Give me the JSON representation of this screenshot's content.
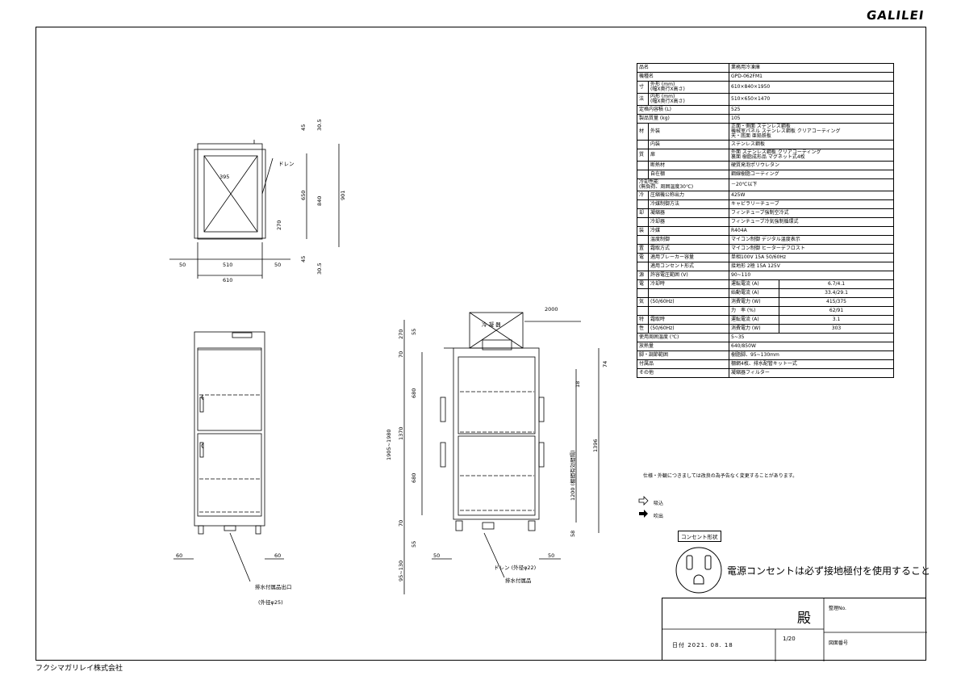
{
  "brand": "GALILEI",
  "company": "フクシマガリレイ株式会社",
  "top_view": {
    "dims": [
      "45",
      "30.5",
      "395",
      "ドレン",
      "650",
      "840",
      "901",
      "270",
      "45",
      "30.5",
      "50",
      "510",
      "50",
      "610"
    ]
  },
  "front_view": {
    "dims": [
      "60",
      "60"
    ],
    "drain_label_1": "排水付属品出口",
    "drain_label_2": "(外径φ25)"
  },
  "side_view": {
    "dims": [
      "2000",
      "冷 凝 器",
      "74",
      "18",
      "270",
      "55",
      "70",
      "680",
      "1905~1980",
      "1370",
      "680",
      "70",
      "1200 (棚間有効間隔)",
      "1396",
      "58",
      "55",
      "95~130",
      "50",
      "50",
      "ドレン (外径φ22)",
      "排水付属品"
    ]
  },
  "spec_rows": [
    [
      "品名",
      "",
      "業務用冷凍庫"
    ],
    [
      "機種名",
      "",
      "GPD-062FM1"
    ],
    [
      "寸",
      "外形 (mm)\n(幅X奥行X高さ)",
      "610×840×1950"
    ],
    [
      "法",
      "内形 (mm)\n(幅X奥行X高さ)",
      "510×650×1470"
    ],
    [
      "定格内容積 (L)",
      "",
      "525"
    ],
    [
      "製品質量 (kg)",
      "",
      "105"
    ],
    [
      "材",
      "外装",
      "正面・側面 ステンレス鋼板\n機械室パネル ステンレス鋼板 クリアコーティング\n天・底面 亜鉛鉄板"
    ],
    [
      "",
      "内装",
      "ステンレス鋼板"
    ],
    [
      "質",
      "扉",
      "外面 ステンレス鋼板 クリアコーティング\n裏面 樹脂成形品 マグネット式4枚"
    ],
    [
      "",
      "断熱材",
      "硬質発泡ポリウレタン"
    ],
    [
      "",
      "自在棚",
      "鋼線樹脂コーティング"
    ],
    [
      "冷却性能\n(無負荷、周囲温度30℃)",
      "",
      "－20℃以下"
    ],
    [
      "冷",
      "圧縮機公称出力",
      "425W"
    ],
    [
      "",
      "冷媒制御方法",
      "キャピラリーチューブ"
    ],
    [
      "却",
      "凝縮器",
      "フィンチューブ強制空冷式"
    ],
    [
      "",
      "冷却器",
      "フィンチューブ冷気強制循環式"
    ],
    [
      "装",
      "冷媒",
      "R404A"
    ],
    [
      "",
      "温度制御",
      "マイコン制御 デジタル温度表示"
    ],
    [
      "置",
      "霜取方式",
      "マイコン制御 ヒーターデフロスト"
    ],
    [
      "電",
      "適用ブレーカー容量",
      "単相100V 15A 50/60Hz"
    ],
    [
      "",
      "適用コンセント形式",
      "接地形 2極 15A 125V"
    ],
    [
      "源",
      "許容電圧範囲 (V)",
      "90~110"
    ]
  ],
  "elec_rows": [
    [
      "電",
      "冷却時",
      "運転電流 (A)",
      "6.7/4.1"
    ],
    [
      "",
      "",
      "始動電流 (A)",
      "33.4/29.1"
    ],
    [
      "気",
      "(50/60Hz)",
      "消費電力 (W)",
      "415/375"
    ],
    [
      "",
      "",
      "力　率 (%)",
      "62/91"
    ],
    [
      "特",
      "霜取時",
      "運転電流 (A)",
      "3.1"
    ],
    [
      "性",
      "(50/60Hz)",
      "消費電力 (W)",
      "303"
    ]
  ],
  "tail_rows": [
    [
      "使用周囲温度 (℃)",
      "5~35"
    ],
    [
      "放熱量",
      "640/850W"
    ],
    [
      "脚・調節範囲",
      "樹脂脚、95~130mm"
    ],
    [
      "付属品",
      "棚網4枚、排水配管キット一式"
    ],
    [
      "その他",
      "凝縮器フィルター"
    ]
  ],
  "spec_note": "仕様・外観につきましては改良の為予告なく変更することがあります。",
  "legend": {
    "intake": "吸込",
    "exhaust": "吹出"
  },
  "outlet": {
    "label": "コンセント形状",
    "warning": "電源コンセントは必ず接地極付を使用すること"
  },
  "title_block": {
    "dono": "殿",
    "seiri": "整理No.",
    "zuban": "図面番号",
    "date": "日付 2021. 08. 18",
    "page": "1/20"
  }
}
